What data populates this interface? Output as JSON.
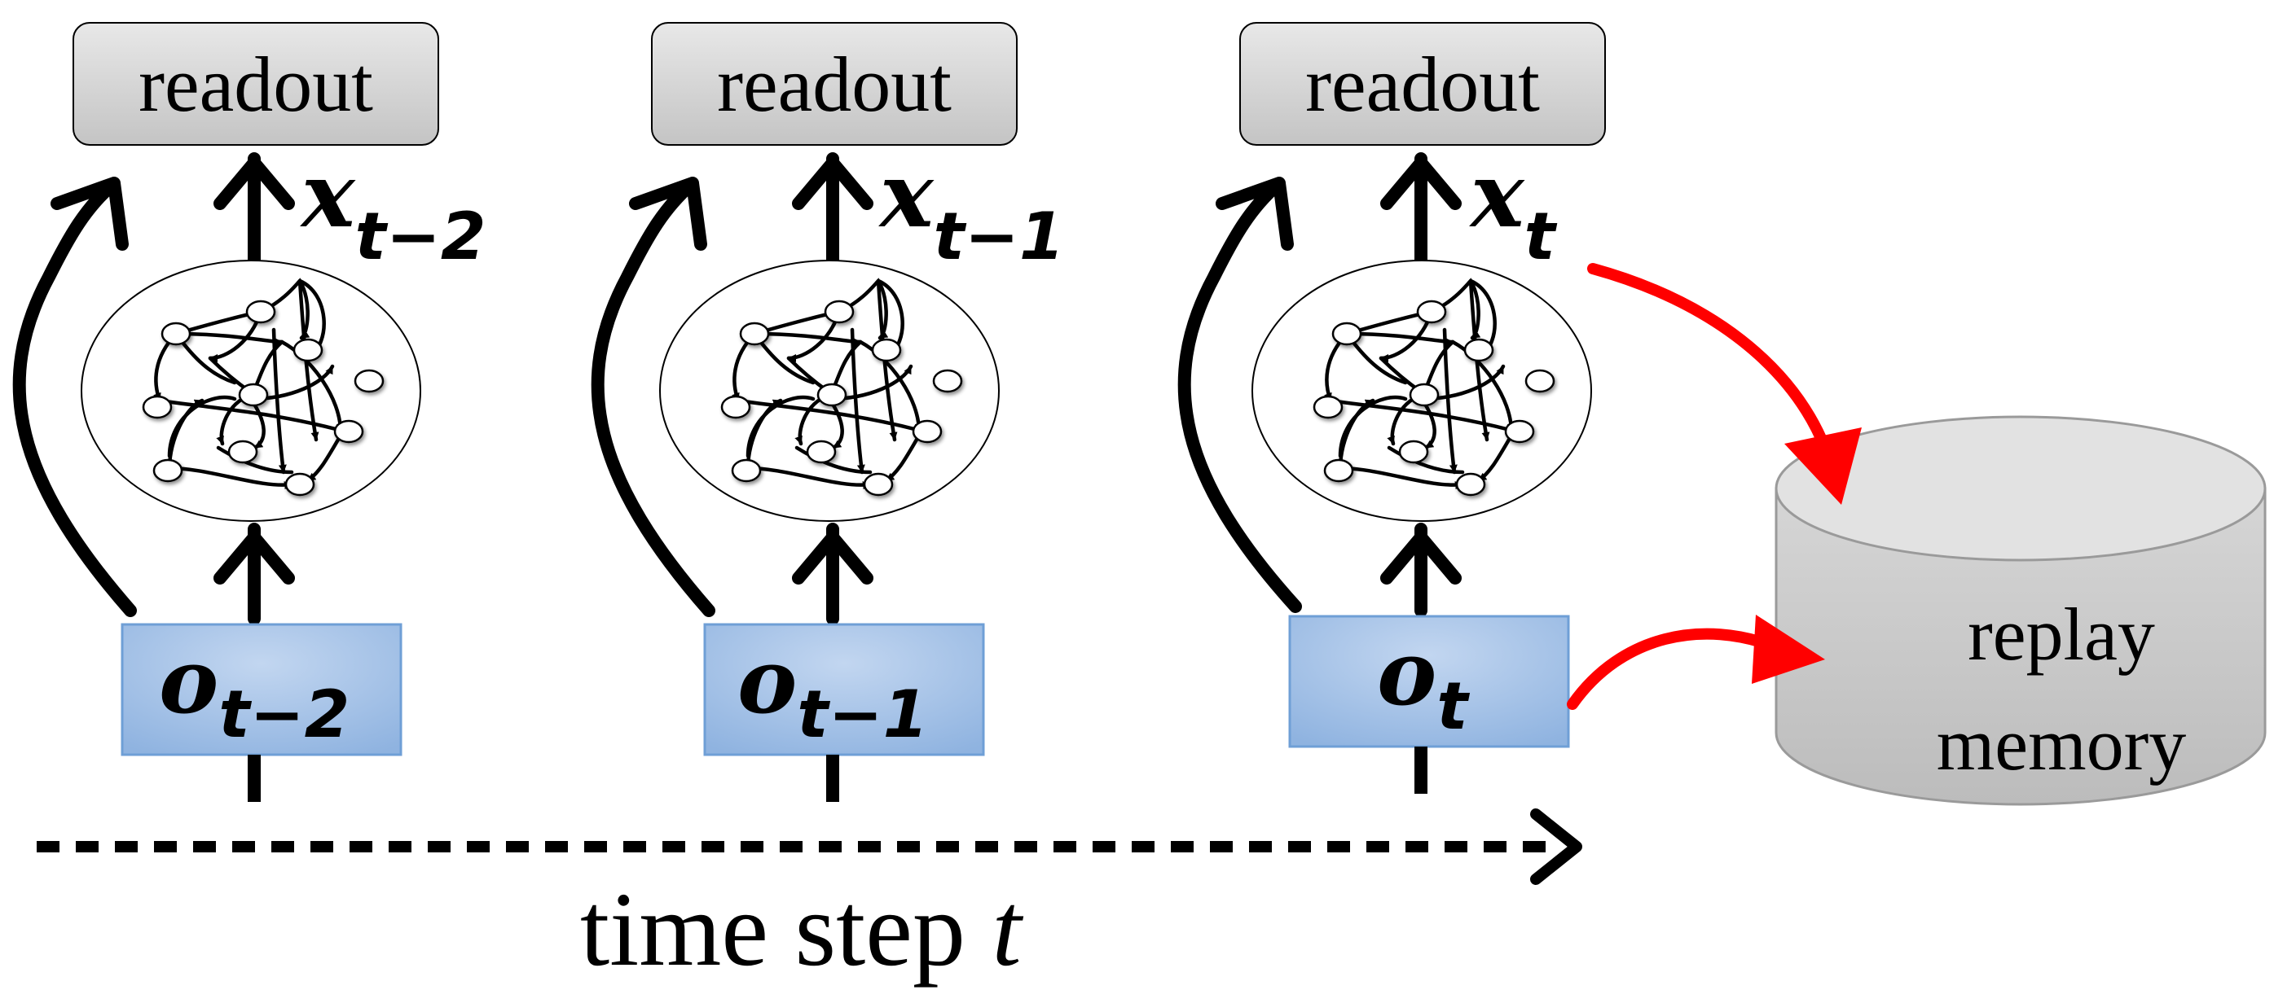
{
  "steps": [
    {
      "readout": "readout",
      "state_var": "x",
      "state_sub": "t−2",
      "obs_var": "o",
      "obs_sub": "t−2"
    },
    {
      "readout": "readout",
      "state_var": "x",
      "state_sub": "t−1",
      "obs_var": "o",
      "obs_sub": "t−1"
    },
    {
      "readout": "readout",
      "state_var": "x",
      "state_sub": "t",
      "obs_var": "o",
      "obs_sub": "t"
    }
  ],
  "memory": {
    "line1": "replay",
    "line2": "memory"
  },
  "timeline": {
    "label": "time step",
    "var": "t"
  },
  "colors": {
    "readout_fill": "#d6d6d6",
    "obs_fill": "#a9c5e8",
    "obs_stroke": "#6f9fd6",
    "memory_fill": "#cfcfcf",
    "memory_top": "#e4e4e4",
    "red_arrow": "#ff0000",
    "ink": "#000000"
  }
}
